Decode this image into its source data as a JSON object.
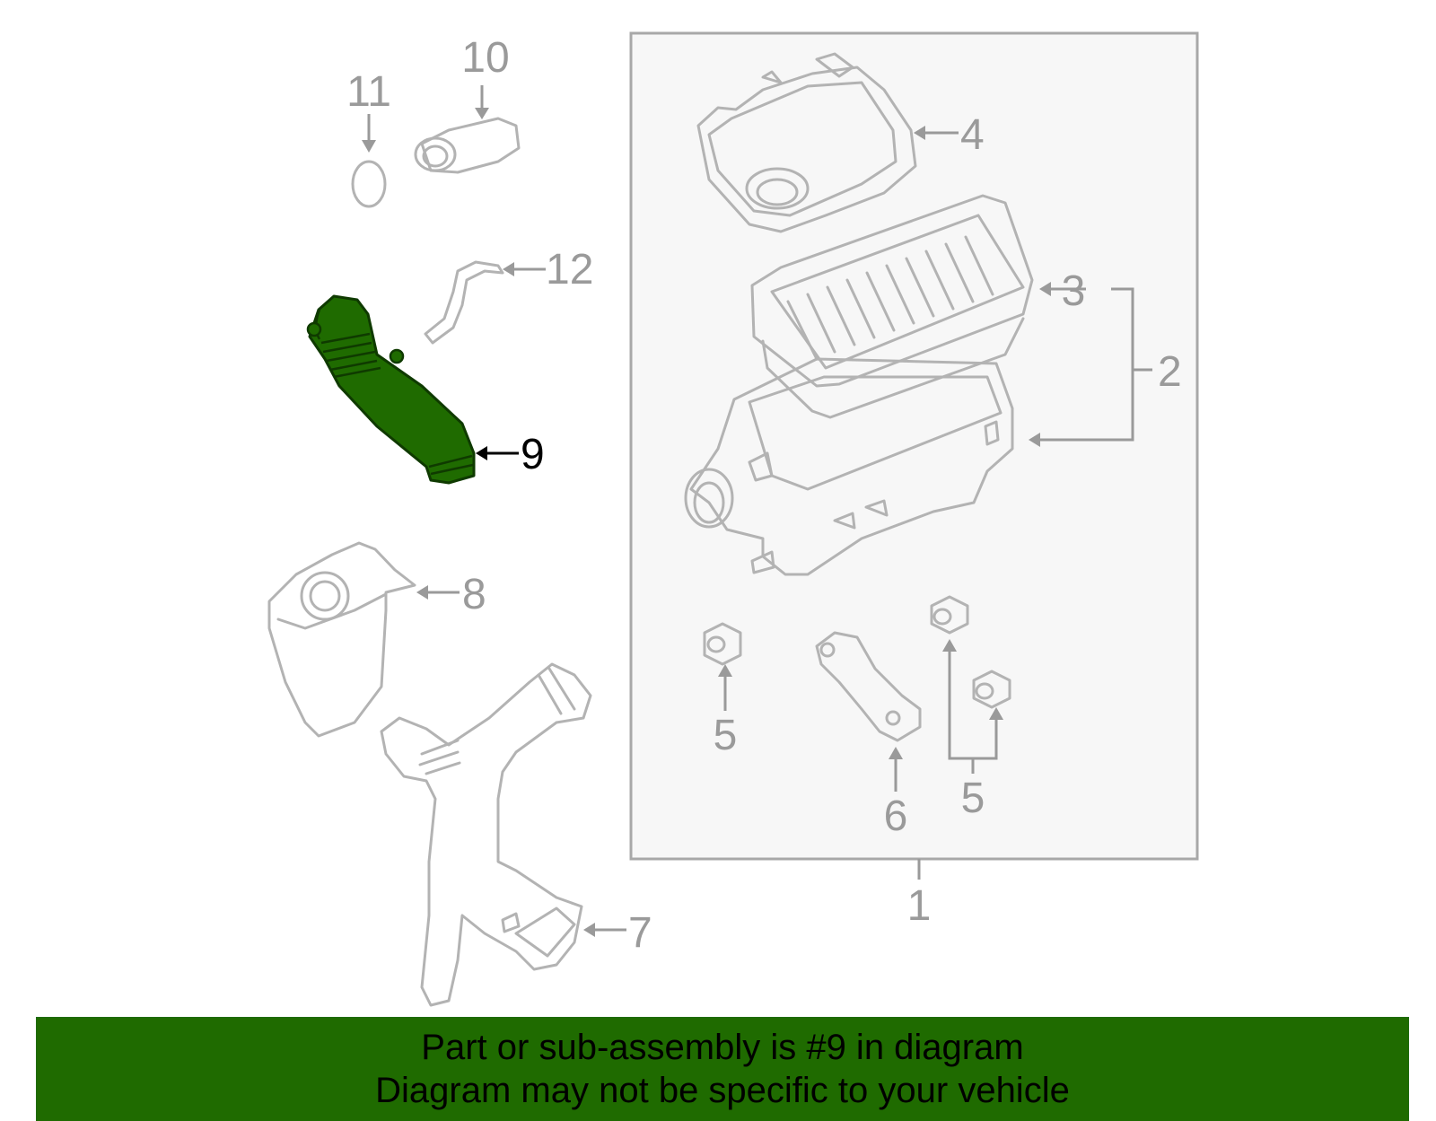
{
  "colors": {
    "highlight_part": "#1f6b00",
    "banner_background": "#1f6b00",
    "part_outline": "#b3b3b3",
    "callout_text": "#9a9a9a",
    "highlight_callout_text": "#000000"
  },
  "callouts": {
    "c1": "1",
    "c2": "2",
    "c3": "3",
    "c4": "4",
    "c5a": "5",
    "c5b": "5",
    "c6": "6",
    "c7": "7",
    "c8": "8",
    "c9": "9",
    "c10": "10",
    "c11": "11",
    "c12": "12"
  },
  "banner": {
    "line1": "Part or sub-assembly is #9 in diagram",
    "line2": "Diagram may not be specific to your vehicle"
  }
}
